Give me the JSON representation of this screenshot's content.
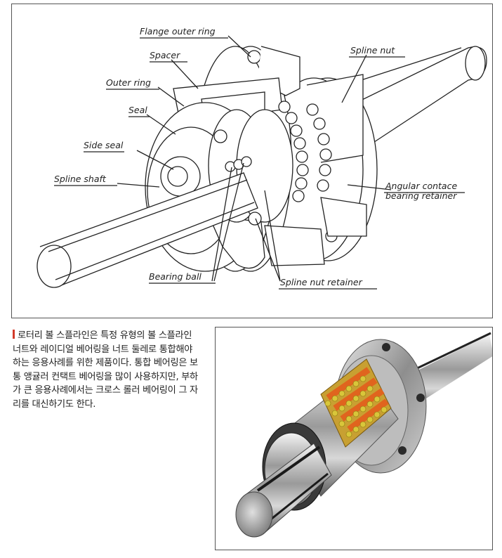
{
  "diagram": {
    "labels": {
      "flange_outer_ring": "Flange outer ring",
      "spacer": "Spacer",
      "outer_ring": "Outer ring",
      "seal": "Seal",
      "side_seal": "Side seal",
      "spline_shaft": "Spline shaft",
      "spline_nut": "Spline nut",
      "angular_contact_line1": "Angular contace",
      "angular_contact_line2": "bearing retainer",
      "bearing_ball": "Bearing ball",
      "spline_nut_retainer": "Spline nut retainer"
    }
  },
  "caption": {
    "text": "로터리 볼 스플라인은 특정 유형의 볼 스플라인 너트와 레이디얼 베어링을 너트 둘레로 통합해야 하는 응용사례를 위한 제품이다. 통합 베어링은 보통 앵귤러 컨택트 베어링을 많이 사용하지만, 부하가 큰 응용사례에서는 크로스 롤러 베어링이 그 자리를 대신하기도 한다.",
    "accent_color": "#d23a2a"
  },
  "photo": {
    "roller_color": "#d9c63a",
    "cage_color": "#e0641e"
  }
}
